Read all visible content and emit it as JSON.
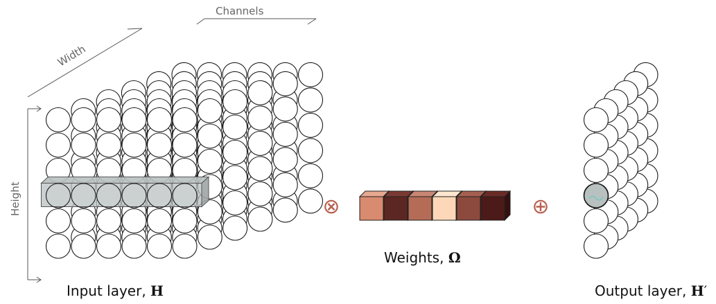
{
  "axes": {
    "channels": "Channels",
    "width": "Width",
    "height": "Height"
  },
  "captions": {
    "input_text": "Input layer, ",
    "input_symbol": "H",
    "weights_text": "Weights, ",
    "weights_symbol": "Ω",
    "output_text": "Output layer, ",
    "output_symbol": "H",
    "output_prime": "′"
  },
  "operators": {
    "multiply": "⊗",
    "add": "⊕"
  },
  "colors": {
    "operator": "#b8604f",
    "highlight_fill": "#b9c0c0",
    "highlight_stroke": "#555555",
    "output_accent": "#6fc9c4"
  },
  "weights": [
    {
      "front": "#d98b6f",
      "top": "#e6a88f",
      "side": "#b86e55"
    },
    {
      "front": "#5c2722",
      "top": "#7a3a33",
      "side": "#42191a"
    },
    {
      "front": "#b46c57",
      "top": "#c98673",
      "side": "#8f4f40"
    },
    {
      "front": "#fcd8b8",
      "top": "#fde6cf",
      "side": "#e2b99a"
    },
    {
      "front": "#8c4a3d",
      "top": "#a55f51",
      "side": "#6c3429"
    },
    {
      "front": "#4c1a18",
      "top": "#6a2b27",
      "side": "#341110"
    }
  ]
}
